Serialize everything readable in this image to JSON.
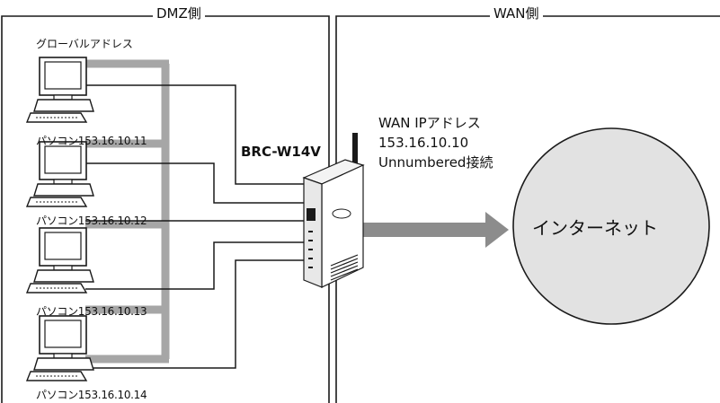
{
  "sections": {
    "dmz": "DMZ側",
    "wan": "WAN側"
  },
  "global_address_label": "グローバルアドレス",
  "router_label": "BRC-W14V",
  "wan_info": [
    "WAN IPアドレス",
    "153.16.10.10",
    "Unnumbered接続"
  ],
  "internet_label": "インターネット",
  "pcs": [
    {
      "label": "パソコン153.16.10.11"
    },
    {
      "label": "パソコン153.16.10.12"
    },
    {
      "label": "パソコン153.16.10.13"
    },
    {
      "label": "パソコン153.16.10.14"
    }
  ],
  "colors": {
    "line": "#1a1a1a",
    "gray_bus": "#a6a6a6",
    "cloud_fill": "#e2e2e2",
    "arrow": "#8c8c8c"
  }
}
